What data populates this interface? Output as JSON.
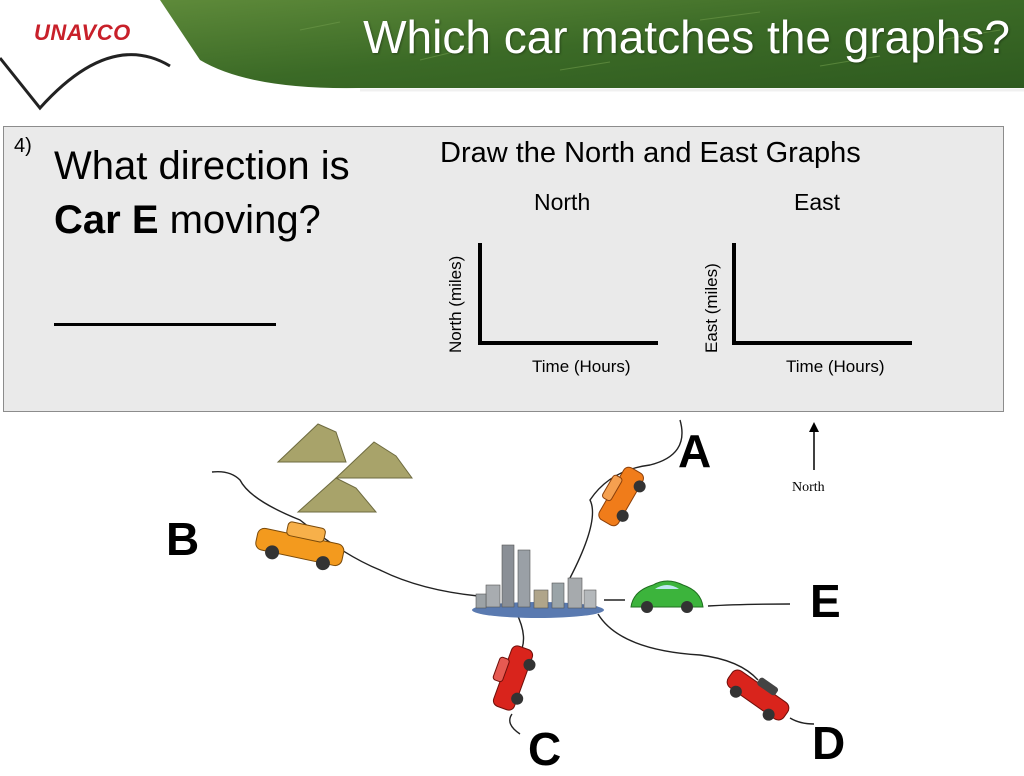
{
  "header": {
    "logo": "UNAVCO",
    "title": "Which car matches the graphs?"
  },
  "question": {
    "number": "4)",
    "text_before": "What direction is ",
    "car_name": "Car E",
    "text_after": " moving?",
    "blank": "__________"
  },
  "graphs": {
    "heading": "Draw the North and East Graphs",
    "north": {
      "title": "North",
      "ylabel": "North (miles)",
      "xlabel": "Time (Hours)"
    },
    "east": {
      "title": "East",
      "ylabel": "East (miles)",
      "xlabel": "Time (Hours)"
    }
  },
  "map": {
    "north_arrow_label": "North",
    "cars": [
      {
        "letter": "A",
        "color": "#f07c1a"
      },
      {
        "letter": "B",
        "color": "#f39a1e"
      },
      {
        "letter": "C",
        "color": "#d9241c"
      },
      {
        "letter": "D",
        "color": "#d9241c"
      },
      {
        "letter": "E",
        "color": "#3cb43c"
      }
    ]
  },
  "colors": {
    "banner_green": "#3f6b2a",
    "box_fill": "#eaeaea",
    "logo_red": "#c8202a"
  }
}
